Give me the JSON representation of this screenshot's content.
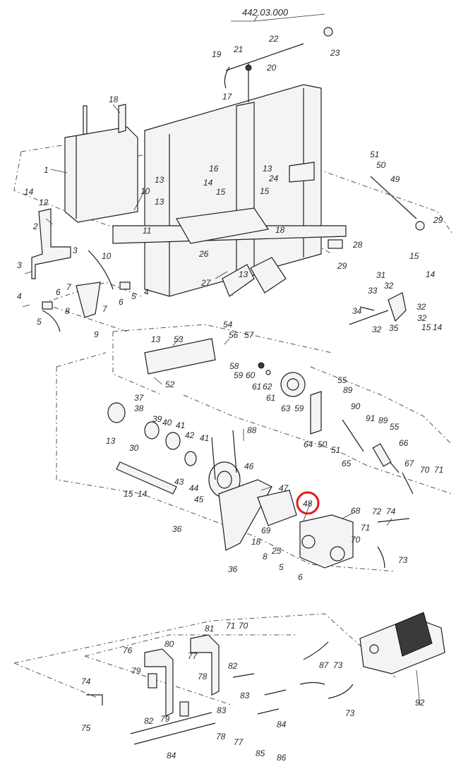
{
  "assembly_number": "442.03.000",
  "highlight": {
    "label": "48",
    "color": "#e01b1b"
  },
  "callouts": [
    {
      "id": "c-442",
      "text": "442.03.000"
    },
    {
      "id": "c1",
      "text": "1"
    },
    {
      "id": "c2",
      "text": "2"
    },
    {
      "id": "c3a",
      "text": "3"
    },
    {
      "id": "c3b",
      "text": "3"
    },
    {
      "id": "c4a",
      "text": "4"
    },
    {
      "id": "c4b",
      "text": "4"
    },
    {
      "id": "c5a",
      "text": "5"
    },
    {
      "id": "c5b",
      "text": "5"
    },
    {
      "id": "c5c",
      "text": "5"
    },
    {
      "id": "c6a",
      "text": "6"
    },
    {
      "id": "c6b",
      "text": "6"
    },
    {
      "id": "c6c",
      "text": "6"
    },
    {
      "id": "c7a",
      "text": "7"
    },
    {
      "id": "c7b",
      "text": "7"
    },
    {
      "id": "c8a",
      "text": "8"
    },
    {
      "id": "c8b",
      "text": "8"
    },
    {
      "id": "c9",
      "text": "9"
    },
    {
      "id": "c10a",
      "text": "10"
    },
    {
      "id": "c10b",
      "text": "10"
    },
    {
      "id": "c11",
      "text": "11"
    },
    {
      "id": "c12",
      "text": "12"
    },
    {
      "id": "c13a",
      "text": "13"
    },
    {
      "id": "c13b",
      "text": "13"
    },
    {
      "id": "c13c",
      "text": "13"
    },
    {
      "id": "c13d",
      "text": "13"
    },
    {
      "id": "c13e",
      "text": "13"
    },
    {
      "id": "c13f",
      "text": "13"
    },
    {
      "id": "c14a",
      "text": "14"
    },
    {
      "id": "c14b",
      "text": "14"
    },
    {
      "id": "c14c",
      "text": "14"
    },
    {
      "id": "c14d",
      "text": "14"
    },
    {
      "id": "c14e",
      "text": "14"
    },
    {
      "id": "c15a",
      "text": "15"
    },
    {
      "id": "c15b",
      "text": "15"
    },
    {
      "id": "c15c",
      "text": "15"
    },
    {
      "id": "c15d",
      "text": "15"
    },
    {
      "id": "c15e",
      "text": "15"
    },
    {
      "id": "c16",
      "text": "16"
    },
    {
      "id": "c17",
      "text": "17"
    },
    {
      "id": "c18a",
      "text": "18"
    },
    {
      "id": "c18b",
      "text": "18"
    },
    {
      "id": "c18c",
      "text": "18"
    },
    {
      "id": "c19",
      "text": "19"
    },
    {
      "id": "c20",
      "text": "20"
    },
    {
      "id": "c21",
      "text": "21"
    },
    {
      "id": "c22",
      "text": "22"
    },
    {
      "id": "c23",
      "text": "23"
    },
    {
      "id": "c24",
      "text": "24"
    },
    {
      "id": "c25",
      "text": "25"
    },
    {
      "id": "c26",
      "text": "26"
    },
    {
      "id": "c27",
      "text": "27"
    },
    {
      "id": "c28",
      "text": "28"
    },
    {
      "id": "c29a",
      "text": "29"
    },
    {
      "id": "c29b",
      "text": "29"
    },
    {
      "id": "c30",
      "text": "30"
    },
    {
      "id": "c31",
      "text": "31"
    },
    {
      "id": "c32a",
      "text": "32"
    },
    {
      "id": "c32b",
      "text": "32"
    },
    {
      "id": "c32c",
      "text": "32"
    },
    {
      "id": "c32d",
      "text": "32"
    },
    {
      "id": "c33",
      "text": "33"
    },
    {
      "id": "c34",
      "text": "34"
    },
    {
      "id": "c35",
      "text": "35"
    },
    {
      "id": "c36a",
      "text": "36"
    },
    {
      "id": "c36b",
      "text": "36"
    },
    {
      "id": "c37",
      "text": "37"
    },
    {
      "id": "c38",
      "text": "38"
    },
    {
      "id": "c39",
      "text": "39"
    },
    {
      "id": "c40",
      "text": "40"
    },
    {
      "id": "c41a",
      "text": "41"
    },
    {
      "id": "c41b",
      "text": "41"
    },
    {
      "id": "c42",
      "text": "42"
    },
    {
      "id": "c43",
      "text": "43"
    },
    {
      "id": "c44",
      "text": "44"
    },
    {
      "id": "c45",
      "text": "45"
    },
    {
      "id": "c46",
      "text": "46"
    },
    {
      "id": "c47",
      "text": "47"
    },
    {
      "id": "c48",
      "text": "48"
    },
    {
      "id": "c49",
      "text": "49"
    },
    {
      "id": "c50a",
      "text": "50"
    },
    {
      "id": "c50b",
      "text": "50"
    },
    {
      "id": "c51a",
      "text": "51"
    },
    {
      "id": "c51b",
      "text": "51"
    },
    {
      "id": "c52",
      "text": "52"
    },
    {
      "id": "c53",
      "text": "53"
    },
    {
      "id": "c54",
      "text": "54"
    },
    {
      "id": "c55a",
      "text": "55"
    },
    {
      "id": "c55b",
      "text": "55"
    },
    {
      "id": "c56",
      "text": "56"
    },
    {
      "id": "c57",
      "text": "57"
    },
    {
      "id": "c58",
      "text": "58"
    },
    {
      "id": "c59a",
      "text": "59"
    },
    {
      "id": "c59b",
      "text": "59"
    },
    {
      "id": "c60",
      "text": "60"
    },
    {
      "id": "c61a",
      "text": "61"
    },
    {
      "id": "c61b",
      "text": "61"
    },
    {
      "id": "c62",
      "text": "62"
    },
    {
      "id": "c63",
      "text": "63"
    },
    {
      "id": "c64",
      "text": "64"
    },
    {
      "id": "c65",
      "text": "65"
    },
    {
      "id": "c66",
      "text": "66"
    },
    {
      "id": "c67",
      "text": "67"
    },
    {
      "id": "c68",
      "text": "68"
    },
    {
      "id": "c69",
      "text": "69"
    },
    {
      "id": "c70a",
      "text": "70"
    },
    {
      "id": "c70b",
      "text": "70"
    },
    {
      "id": "c70c",
      "text": "70"
    },
    {
      "id": "c71a",
      "text": "71"
    },
    {
      "id": "c71b",
      "text": "71"
    },
    {
      "id": "c71c",
      "text": "71"
    },
    {
      "id": "c72",
      "text": "72"
    },
    {
      "id": "c73a",
      "text": "73"
    },
    {
      "id": "c73b",
      "text": "73"
    },
    {
      "id": "c73c",
      "text": "73"
    },
    {
      "id": "c74a",
      "text": "74"
    },
    {
      "id": "c74b",
      "text": "74"
    },
    {
      "id": "c75",
      "text": "75"
    },
    {
      "id": "c76",
      "text": "76"
    },
    {
      "id": "c77a",
      "text": "77"
    },
    {
      "id": "c77b",
      "text": "77"
    },
    {
      "id": "c78a",
      "text": "78"
    },
    {
      "id": "c78b",
      "text": "78"
    },
    {
      "id": "c79a",
      "text": "79"
    },
    {
      "id": "c79b",
      "text": "79"
    },
    {
      "id": "c80",
      "text": "80"
    },
    {
      "id": "c81",
      "text": "81"
    },
    {
      "id": "c82a",
      "text": "82"
    },
    {
      "id": "c82b",
      "text": "82"
    },
    {
      "id": "c83a",
      "text": "83"
    },
    {
      "id": "c83b",
      "text": "83"
    },
    {
      "id": "c84a",
      "text": "84"
    },
    {
      "id": "c84b",
      "text": "84"
    },
    {
      "id": "c85",
      "text": "85"
    },
    {
      "id": "c86",
      "text": "86"
    },
    {
      "id": "c87",
      "text": "87"
    },
    {
      "id": "c88",
      "text": "88"
    },
    {
      "id": "c89a",
      "text": "89"
    },
    {
      "id": "c89b",
      "text": "89"
    },
    {
      "id": "c90",
      "text": "90"
    },
    {
      "id": "c91",
      "text": "91"
    },
    {
      "id": "c92",
      "text": "92"
    }
  ]
}
